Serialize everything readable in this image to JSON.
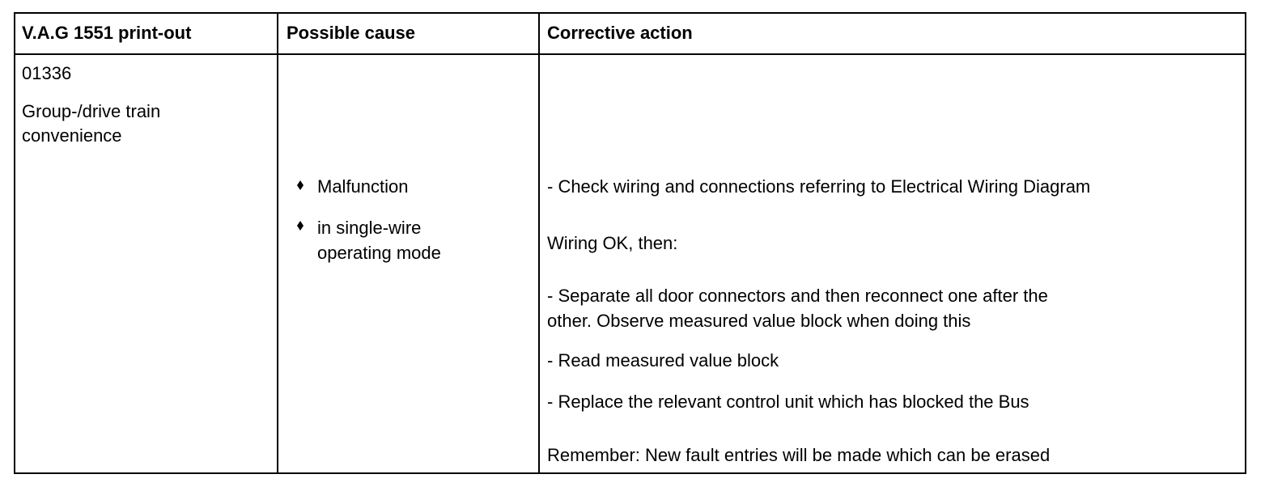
{
  "table": {
    "headers": {
      "col1": "V.A.G 1551 print-out",
      "col2": "Possible cause",
      "col3": "Corrective action"
    },
    "printout": {
      "code": "01336",
      "desc_line1": "Group-/drive train",
      "desc_line2": "convenience"
    },
    "cause": {
      "item1": "Malfunction",
      "item2_line1": "in single-wire",
      "item2_line2": "operating mode",
      "bullet_icon": "diamond-bullet-icon"
    },
    "action": {
      "step1": "- Check wiring and connections referring to Electrical Wiring Diagram",
      "step2": "Wiring OK, then:",
      "step3_line1": "- Separate all door connectors and then reconnect one after the",
      "step3_line2": "other. Observe measured value block when doing this",
      "step4": "- Read measured value block",
      "step5": "- Replace the relevant control unit which has blocked the Bus",
      "step6": "Remember: New fault entries will be made which can be erased"
    }
  }
}
